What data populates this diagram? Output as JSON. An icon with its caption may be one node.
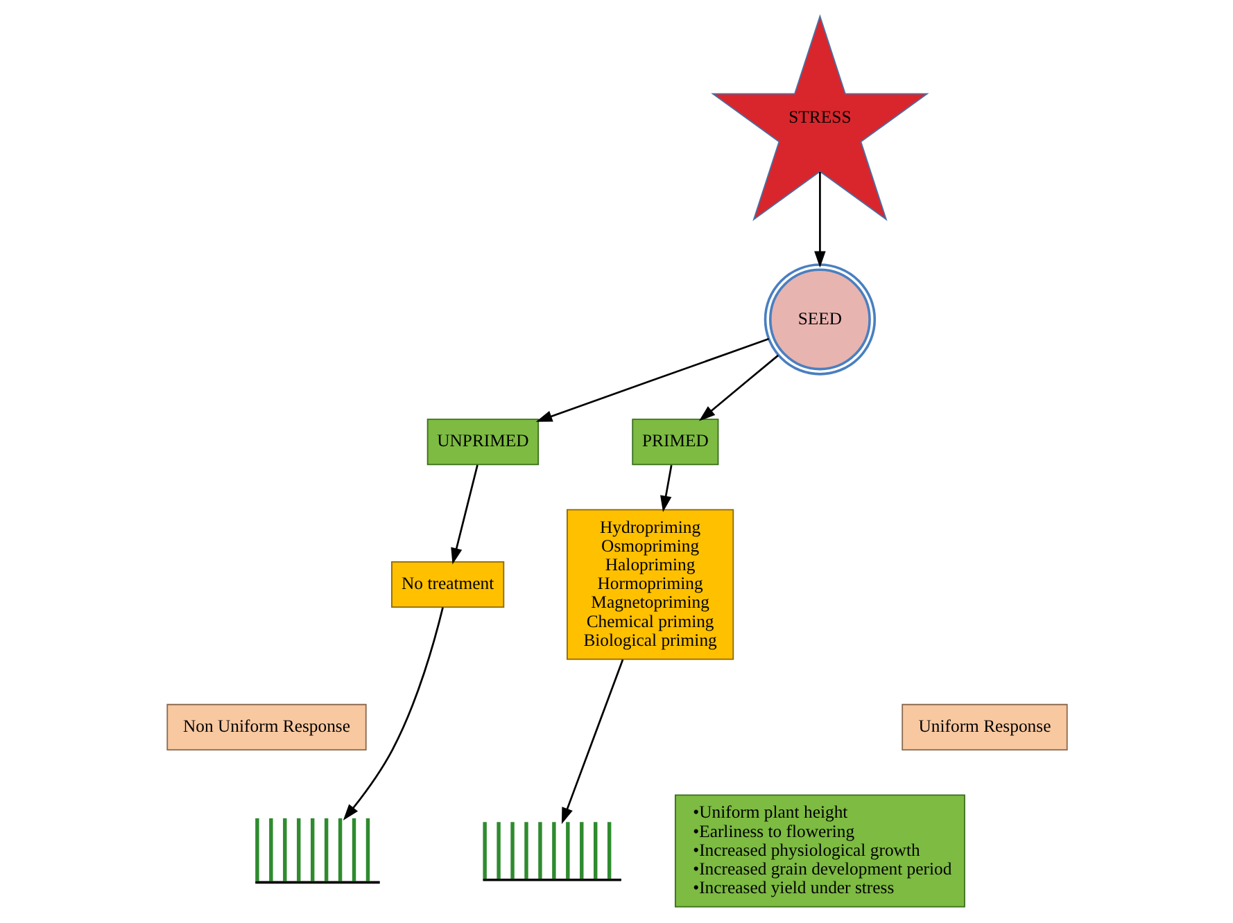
{
  "diagram": {
    "nodes": [
      {
        "text": [
          "STRESS"
        ]
      },
      {
        "text": [
          "SEED"
        ]
      },
      {
        "text": [
          "UNPRIMED"
        ]
      },
      {
        "text": [
          "PRIMED"
        ]
      },
      {
        "text": [
          "No treatment"
        ]
      },
      {
        "text": [
          "Hydropriming",
          "Osmopriming",
          "Halopriming",
          "Hormopriming",
          "Magnetopriming",
          "Chemical priming",
          "Biological priming"
        ]
      },
      {
        "text": [
          "Non Uniform Response"
        ]
      },
      {
        "text": [],
        "shape": "picture"
      },
      {
        "text": [
          "•Uniform plant height",
          "•Earliness to flowering",
          "•Increased physiological growth",
          "•Increased grain development period",
          "•Increased yield under stress"
        ]
      },
      {
        "text": [
          "Uniform Response"
        ]
      },
      {
        "text": [],
        "shape": "picture"
      }
    ],
    "edges": [
      {
        "from": 0,
        "to": 1,
        "arrow": "to"
      },
      {
        "from": 1,
        "to": 2,
        "arrow": "to"
      },
      {
        "from": 1,
        "to": 3,
        "arrow": "to"
      },
      {
        "from": 2,
        "to": 4,
        "arrow": "to"
      },
      {
        "from": 3,
        "to": 5,
        "arrow": "to"
      },
      {
        "from": 4,
        "to": 7,
        "arrow": "to"
      },
      {
        "from": 5,
        "to": 10,
        "arrow": "to"
      }
    ]
  }
}
